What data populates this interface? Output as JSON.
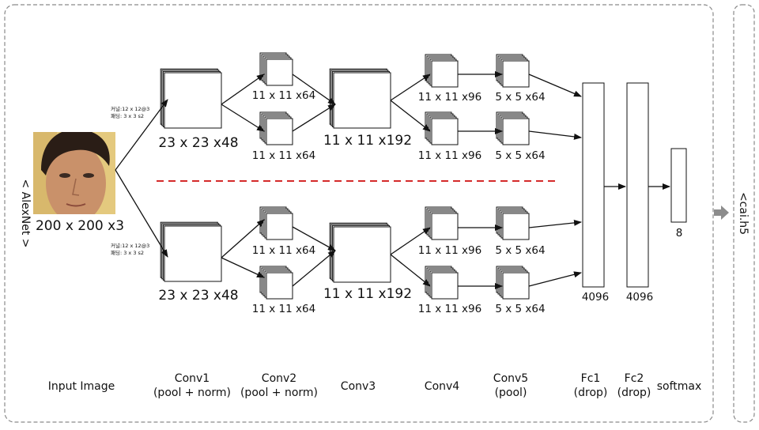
{
  "input": {
    "label": "200 x 200 x3",
    "face_colors": {
      "skin": "#c9916a",
      "hair": "#2a1d16",
      "bg": "#e4c97e"
    }
  },
  "side_labels": {
    "left": "< AlexNet >",
    "right": "<cai.h5"
  },
  "kernel_note": {
    "line1": "커널:12 x 12@3",
    "line2": "패딩: 3 x 3 s2"
  },
  "layers": {
    "conv1": "23 x 23 x48",
    "conv2": "11 x 11 x64",
    "conv3": "11 x 11 x192",
    "conv4": "11 x 11 x96",
    "conv5": "5 x 5 x64",
    "fc1": "4096",
    "fc2": "4096",
    "softmax": "8"
  },
  "stages": [
    {
      "id": "input",
      "lines": [
        "Input Image"
      ]
    },
    {
      "id": "conv1",
      "lines": [
        "Conv1",
        "(pool + norm)"
      ]
    },
    {
      "id": "conv2",
      "lines": [
        "Conv2",
        "(pool + norm)"
      ]
    },
    {
      "id": "conv3",
      "lines": [
        "Conv3"
      ]
    },
    {
      "id": "conv4",
      "lines": [
        "Conv4"
      ]
    },
    {
      "id": "conv5",
      "lines": [
        "Conv5",
        "(pool)"
      ]
    },
    {
      "id": "fc1",
      "lines": [
        "Fc1",
        "(drop)"
      ]
    },
    {
      "id": "fc2",
      "lines": [
        "Fc2",
        "(drop)"
      ]
    },
    {
      "id": "softmax",
      "lines": [
        "softmax"
      ]
    }
  ],
  "colors": {
    "divider": "#d42a2a",
    "border": "#8a8a8a",
    "arrow": "#111111",
    "output_arrow": "#8c8c8c"
  }
}
